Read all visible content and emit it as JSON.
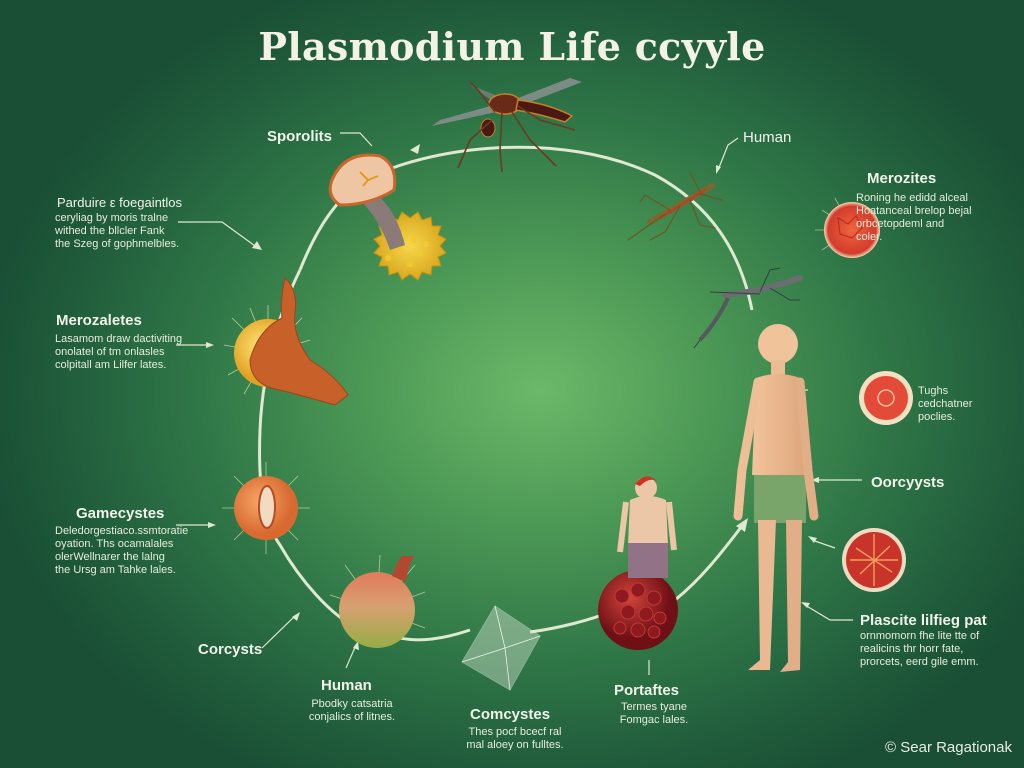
{
  "title": "Plasmodium Life ccyyle",
  "labels": {
    "sporolits": "Sporolits",
    "human_top": "Human",
    "merozites_right": "Merozites",
    "merozaletes_left": "Merozaletes",
    "gamecystes": "Gamecystes",
    "corcysts": "Corcysts",
    "human_bottom": "Human",
    "comcystes": "Comcystes",
    "portaftes": "Portaftes",
    "oorcyysts": "Oorcyysts",
    "plascite": "Plascite lilfieg pat"
  },
  "descriptions": {
    "top_left": {
      "heading": "Parduire ε foegaintlos",
      "body": "ceryliag by moris tralne\nwithed the bllcler Fank\nthe Szeg of gophmelbles."
    },
    "merozaletes": "Lasamom draw dactiviting\nonolatel of tm onlasles\ncolpitall am Lilfer lates.",
    "gamecystes": "Deledorgestiaco.ssmtoratie\noyation. Ths ocamalales\nolerWellnarer the lalng\nthe Ursg am Tahke lales.",
    "human_bottom": "Pbodky catsatria\nconjalics of litnes.",
    "comcystes": "Thes pocf bcecf ral\nmal aloey on fulltes.",
    "portaftes": "Termes tyane\nFomgac lales.",
    "merozites_right": "Roning he edidd alceal\nHoatanceal brelop bejal\norbcetopdeml and\ncoler.",
    "tughs": "Tughs\ncedchatner\npoclies.",
    "plascite": "ornmomorn fhe lite tte of\nrealicins thr horr fate,\nprorcets, eerd gile emm."
  },
  "credit": "© Sear Ragationak",
  "colors": {
    "background": "#2f7647",
    "cycle_line": "#dfe8d0",
    "text": "#f1f4ea"
  }
}
